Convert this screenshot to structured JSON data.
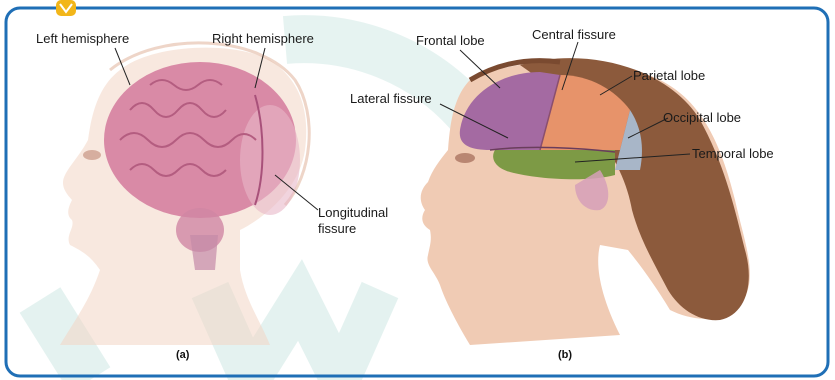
{
  "panel_a": {
    "caption": "(a)",
    "labels": {
      "left_hemisphere": "Left hemisphere",
      "right_hemisphere": "Right hemisphere",
      "longitudinal_fissure_line1": "Longitudinal",
      "longitudinal_fissure_line2": "fissure"
    }
  },
  "panel_b": {
    "caption": "(b)",
    "labels": {
      "frontal_lobe": "Frontal lobe",
      "central_fissure": "Central fissure",
      "parietal_lobe": "Parietal lobe",
      "lateral_fissure": "Lateral fissure",
      "occipital_lobe": "Occipital lobe",
      "temporal_lobe": "Temporal lobe"
    }
  },
  "colors": {
    "frame_blue": "#1f6fb6",
    "badge_yellow": "#f2b61a",
    "watermark_teal": "#2e9c8a",
    "brain_pink": "#d98aa6",
    "frontal": "#a46aa2",
    "parietal": "#e7936a",
    "temporal": "#7d9a45",
    "occipital": "#a8b6c8",
    "hair": "#8c5a3c",
    "skin": "#f0cbb4"
  }
}
